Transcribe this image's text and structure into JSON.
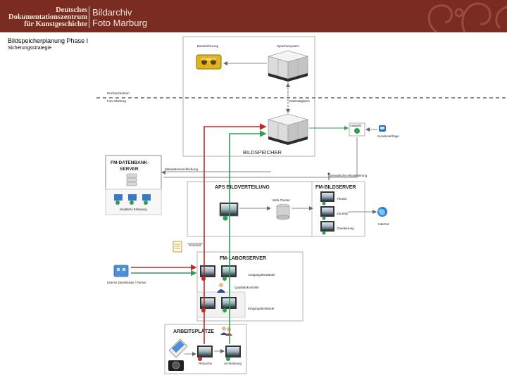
{
  "header": {
    "logo_lines": [
      "Deutsches",
      "Dokumentationszentrum",
      "für Kunstgeschichte"
    ],
    "brand_line1": "Bildarchiv",
    "brand_line2": "Foto Marburg"
  },
  "slide": {
    "title": "Bildspeicherplanung Phase I",
    "subtitle": "Sicherungsstrategie"
  },
  "diagram": {
    "labels": {
      "bandsicherung": "Bandsicherung",
      "speichersystem": "Speichersystem",
      "rechenzentrum": "Rechenzentrum",
      "foto_marburg": "Foto Marburg",
      "datenabgleich": "Datenabgleich",
      "auswahl": "Auswahl",
      "kundenanfrage": "Kundenanfrage",
      "bildspeicher": "BILDSPEICHER",
      "fm_db_line1": "FM-DATENBANK-",
      "fm_db_line2": "SERVER",
      "metadaten": "Metadatenerschließung",
      "inhaltliche": "inhaltliche Erfassung",
      "periodische": "periodische Aktualisierung",
      "aps": "APS BILDVERTEILUNG",
      "fm_bildserver": "FM-BILDSERVER",
      "webcluster": "Web-Cluster",
      "thumb": "Thumb",
      "zoomify": "Zoomify",
      "orientierung": "Orientierung",
      "internet": "Internet",
      "protokoll": "Protokoll",
      "fm_laborserver": "FM-LABORSERVER",
      "ausgangsbestaende": "Ausgangsbestände",
      "qualitaetskontrolle": "Qualitätskontrolle",
      "eingangsbestaende": "Eingangsbestände",
      "externe": "Externe Dienstleister / Partner",
      "arbeitsplaetze": "ARBEITSPLÄTZE",
      "retusche": "Retusche",
      "archivierung": "Archivierung"
    },
    "colors": {
      "red": "#c62828",
      "green": "#2e9e55",
      "frame": "#bdbdbd",
      "header_bg": "#7a2b22"
    }
  }
}
